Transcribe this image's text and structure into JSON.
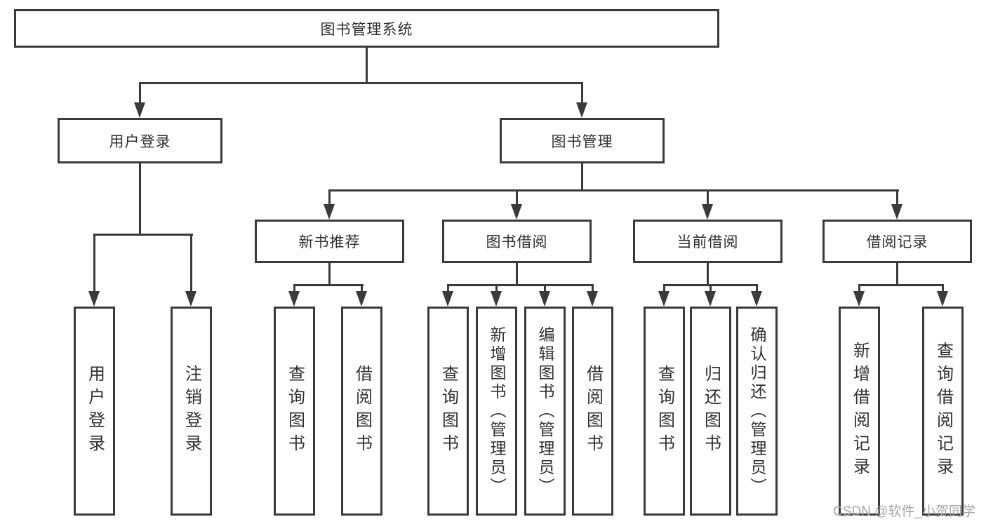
{
  "tree": {
    "root": "图书管理系统",
    "branches": [
      {
        "label": "用户登录",
        "leaves": [
          "用户登录",
          "注销登录"
        ]
      },
      {
        "label": "图书管理",
        "groups": [
          {
            "label": "新书推荐",
            "leaves": [
              "查询图书",
              "借阅图书"
            ]
          },
          {
            "label": "图书借阅",
            "leaves": [
              "查询图书",
              "新增图书（管理员）",
              "编辑图书（管理员）",
              "借阅图书"
            ]
          },
          {
            "label": "当前借阅",
            "leaves": [
              "查询图书",
              "归还图书",
              "确认归还（管理员）"
            ]
          },
          {
            "label": "借阅记录",
            "leaves": [
              "新增借阅记录",
              "查询借阅记录"
            ]
          }
        ]
      }
    ]
  },
  "watermark": {
    "text": "CSDN @软件_小贺同学"
  },
  "colors": {
    "line": "#3a3a3a",
    "text": "#303030",
    "watermark": "#a6a6a6",
    "background": "#ffffff"
  }
}
